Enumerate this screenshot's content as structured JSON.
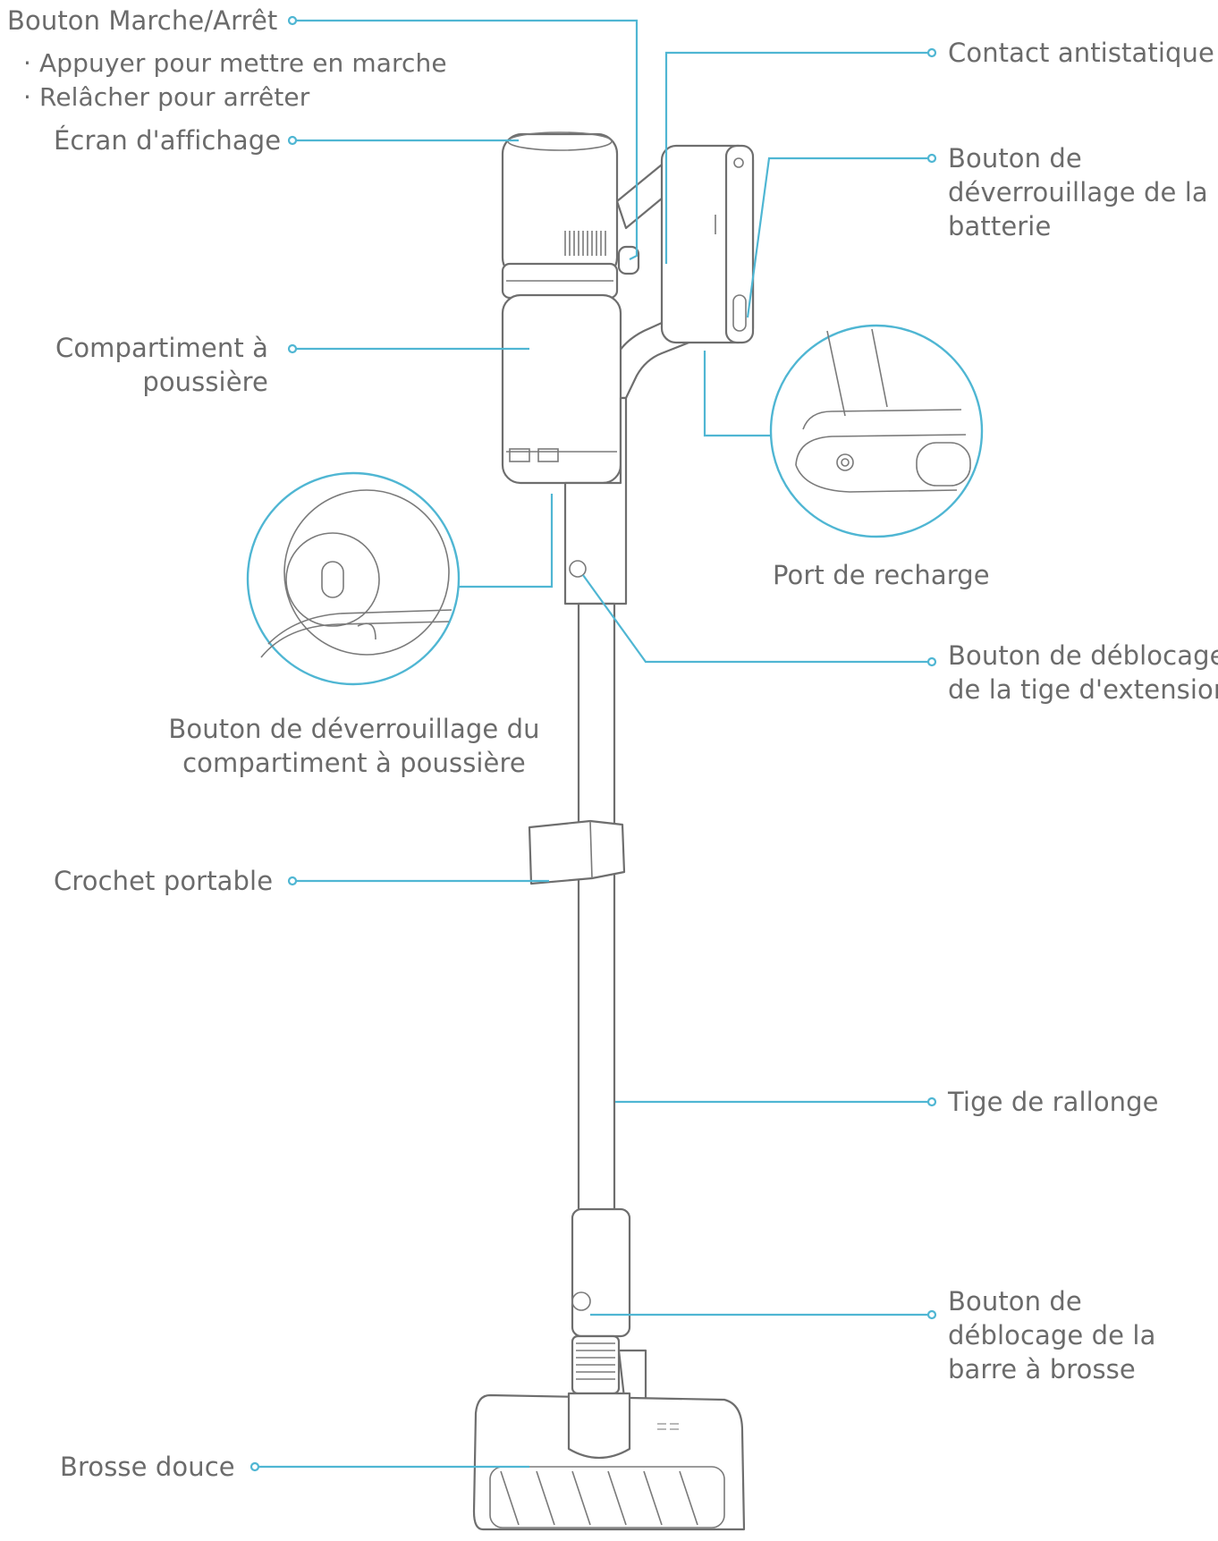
{
  "labels": {
    "power_button": "Bouton Marche/Arrêt",
    "power_note_1": "Appuyer pour mettre en marche",
    "power_note_2": "Relâcher pour arrêter",
    "display": "Écran d'affichage",
    "dust_bin_l1": "Compartiment à",
    "dust_bin_l2": "poussière",
    "bin_release_l1": "Bouton de déverrouillage du",
    "bin_release_l2": "compartiment à poussière",
    "hook": "Crochet portable",
    "soft_brush": "Brosse douce",
    "antistatic": "Contact antistatique",
    "battery_release_l1": "Bouton de",
    "battery_release_l2": "déverrouillage de la",
    "battery_release_l3": "batterie",
    "charging_port": "Port de recharge",
    "tube_release_l1": "Bouton de déblocage",
    "tube_release_l2": "de la tige d'extension",
    "extension_tube": "Tige de rallonge",
    "brush_release_l1": "Bouton de",
    "brush_release_l2": "déblocage de la",
    "brush_release_l3": "barre à brosse"
  },
  "bullet": "·",
  "colors": {
    "leader": "#4fb6d3",
    "outline": "#6e6e6e",
    "text": "#6b6b6b"
  }
}
